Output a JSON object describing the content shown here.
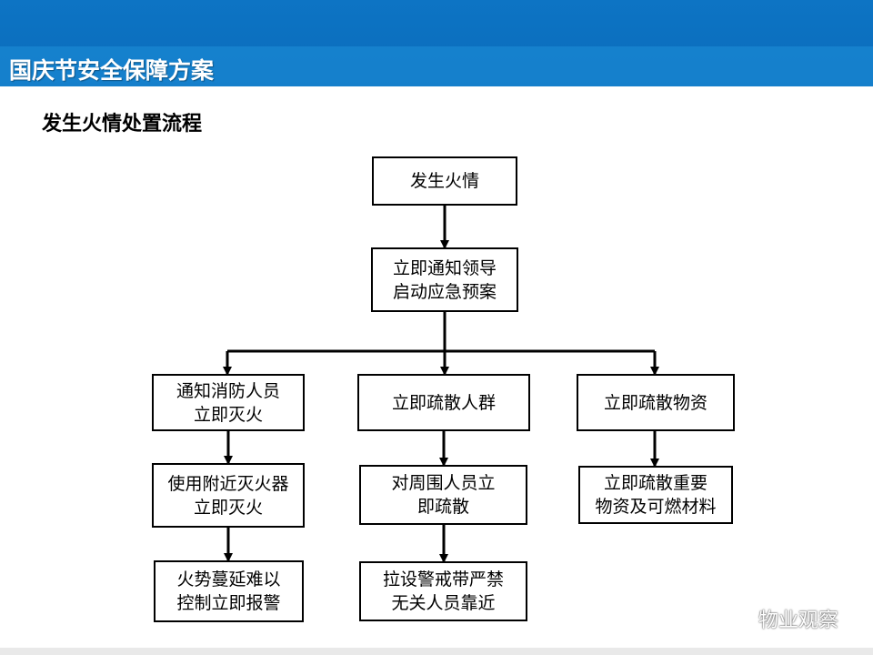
{
  "header": {
    "title": "国庆节安全保障方案",
    "band_color": "#0d74c4"
  },
  "subtitle": "发生火情处置流程",
  "flowchart": {
    "nodes": [
      {
        "id": "fire",
        "text": "发生火情"
      },
      {
        "id": "notify",
        "text": "立即通知领导\n启动应急预案"
      },
      {
        "id": "col1_a",
        "text": "通知消防人员\n立即灭火"
      },
      {
        "id": "col1_b",
        "text": "使用附近灭火器\n立即灭火"
      },
      {
        "id": "col1_c",
        "text": "火势蔓延难以\n控制立即报警"
      },
      {
        "id": "col2_a",
        "text": "立即疏散人群"
      },
      {
        "id": "col2_b",
        "text": "对周围人员立\n即疏散"
      },
      {
        "id": "col2_c",
        "text": "拉设警戒带严禁\n无关人员靠近"
      },
      {
        "id": "col3_a",
        "text": "立即疏散物资"
      },
      {
        "id": "col3_b",
        "text": "立即疏散重要\n物资及可燃材料"
      }
    ],
    "edges": [
      [
        "fire",
        "notify"
      ],
      [
        "notify",
        "col1_a"
      ],
      [
        "notify",
        "col2_a"
      ],
      [
        "notify",
        "col3_a"
      ],
      [
        "col1_a",
        "col1_b"
      ],
      [
        "col1_b",
        "col1_c"
      ],
      [
        "col2_a",
        "col2_b"
      ],
      [
        "col2_b",
        "col2_c"
      ],
      [
        "col3_a",
        "col3_b"
      ]
    ]
  },
  "watermark": {
    "text": "物业观察",
    "icon": "wechat-icon"
  }
}
